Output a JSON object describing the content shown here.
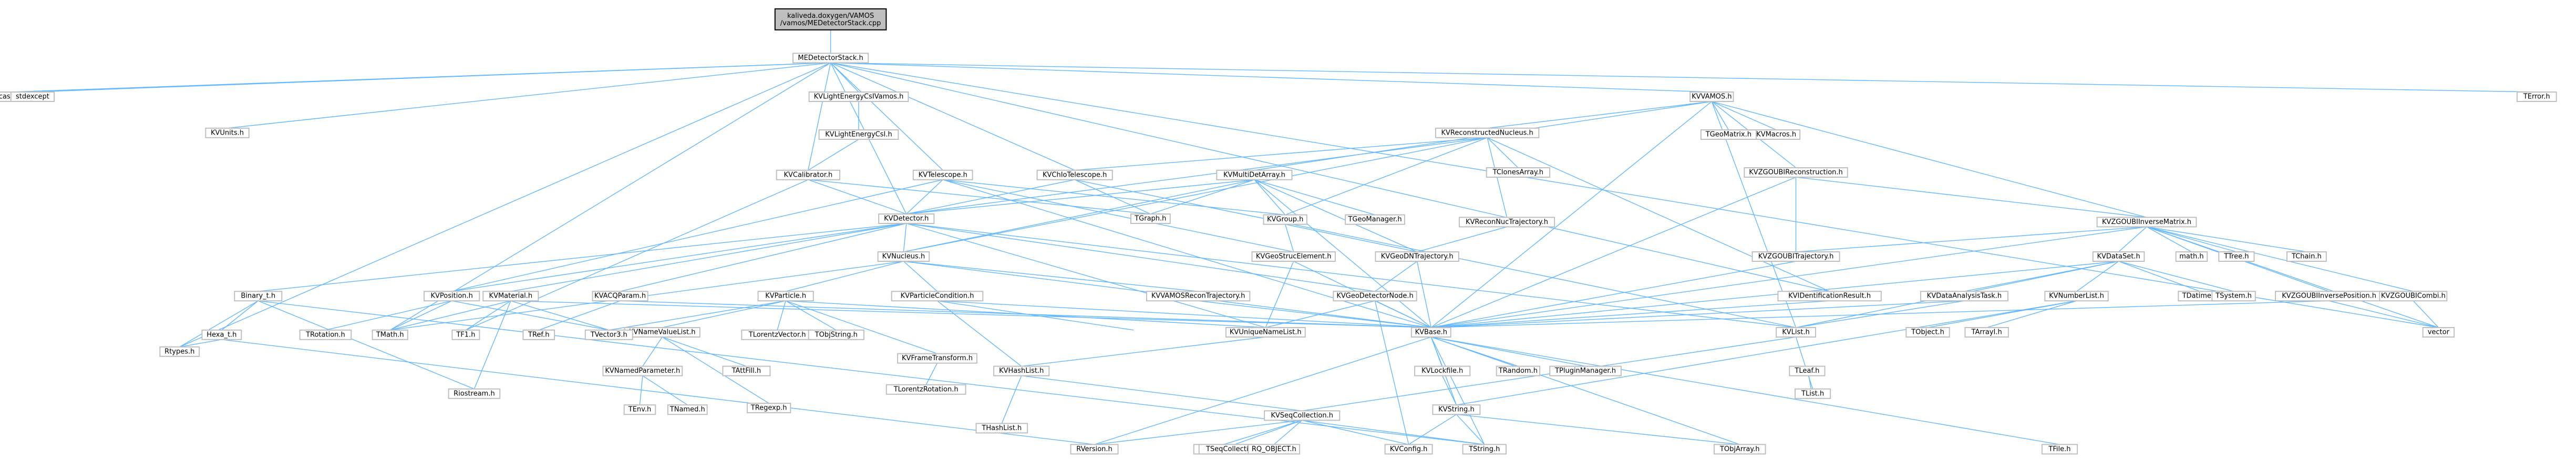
{
  "root": "kaliveda.doxygen/VAMOS\n/vamos/MEDetectorStack.cpp",
  "nodes": [
    "MEDetectorStack.h",
    "cassert",
    "stdexcept",
    "KVUnits.h",
    "KVLightEnergyCsIVamos.h",
    "KVLightEnergyCsI.h",
    "KVCalibrator.h",
    "KVTelescope.h",
    "KVChIoTelescope.h",
    "KVMultiDetArray.h",
    "KVReconstructedNucleus.h",
    "KVVAMOS.h",
    "KVMacros.h",
    "TGeoMatrix.h",
    "TClonesArray.h",
    "KVZGOUBIReconstruction.h",
    "KVReconNucTrajectory.h",
    "KVZGOUBIInverseMatrix.h",
    "KVGroup.h",
    "KVGeoStrucElement.h",
    "KVGeoDNTrajectory.h",
    "TGeoManager.h",
    "KVDetector.h",
    "TGraph.h",
    "KVNucleus.h",
    "KVZGOUBITrajectory.h",
    "KVDataSet.h",
    "math.h",
    "TTree.h",
    "TChain.h",
    "TError.h",
    "KVVAMOSReconTrajectory.h",
    "KVIDentificationResult.h",
    "KVDataAnalysisTask.h",
    "KVNumberList.h",
    "KVZGOUBIInversePosition.h",
    "KVZGOUBICombi.h",
    "Binary_t.h",
    "KVMaterial.h",
    "KVPosition.h",
    "KVACQParam.h",
    "KVParticle.h",
    "KVParticleCondition.h",
    "KVList.h",
    "KVGeoDetectorNode.h",
    "KVBase.h",
    "KVUniqueNameList.h",
    "KVNameValueList.h",
    "KVFrameTransform.h",
    "TRotation.h",
    "TMath.h",
    "TF1.h",
    "TLorentzVector.h",
    "TVector3.h",
    "TObjString.h",
    "TRef.h",
    "TDatime.h",
    "TSystem.h",
    "TObject.h",
    "TArrayI.h",
    "vector",
    "Hexa_t.h",
    "KVNamedParameter.h",
    "TAttFill.h",
    "TRef.h",
    "TLorentzRotation.h",
    "TLeaf.h",
    "KVHashList.h",
    "TRandom.h",
    "TPluginManager.h",
    "KVLockfile.h",
    "TList.h",
    "Riostream.h",
    "KVSeqCollection.h",
    "KVString.h",
    "Rtypes.h",
    "TObjArray.h",
    "TFile.h",
    "THashList.h",
    "TCollection.h",
    "TEnv.h",
    "TNamed.h",
    "TRegexp.h",
    "TSeqCollection.h",
    "RQ_OBJECT.h",
    "KVConfig.h",
    "TString.h",
    "RVersion.h"
  ]
}
